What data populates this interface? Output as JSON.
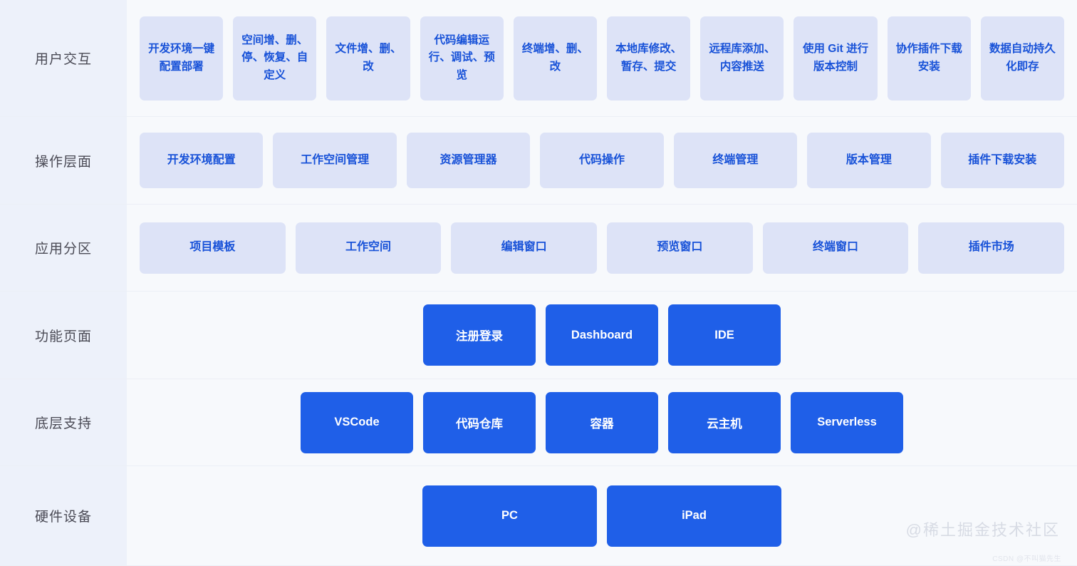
{
  "theme": {
    "page_background": "#f7f9fc",
    "label_column_background": "#edf1fa",
    "soft_card_background": "#dde3f7",
    "soft_card_text": "#1852d8",
    "solid_card_background": "#1f5fe8",
    "solid_card_text": "#ffffff",
    "row_divider": "#eceff6",
    "label_text": "#4a4a55"
  },
  "rows": [
    {
      "label": "用户交互",
      "style": "soft",
      "items": [
        "开发环境一键配置部署",
        "空间增、删、停、恢复、自定义",
        "文件增、删、改",
        "代码编辑运行、调试、预览",
        "终端增、删、改",
        "本地库修改、暂存、提交",
        "远程库添加、内容推送",
        "使用 Git 进行版本控制",
        "协作插件下载安装",
        "数据自动持久化即存"
      ]
    },
    {
      "label": "操作层面",
      "style": "soft",
      "items": [
        "开发环境配置",
        "工作空间管理",
        "资源管理器",
        "代码操作",
        "终端管理",
        "版本管理",
        "插件下载安装"
      ]
    },
    {
      "label": "应用分区",
      "style": "soft",
      "items": [
        "项目模板",
        "工作空间",
        "编辑窗口",
        "预览窗口",
        "终端窗口",
        "插件市场"
      ]
    },
    {
      "label": "功能页面",
      "style": "solid",
      "items": [
        "注册登录",
        "Dashboard",
        "IDE"
      ]
    },
    {
      "label": "底层支持",
      "style": "solid",
      "items": [
        "VSCode",
        "代码仓库",
        "容器",
        "云主机",
        "Serverless"
      ]
    },
    {
      "label": "硬件设备",
      "style": "solid",
      "items": [
        "PC",
        "iPad"
      ]
    }
  ],
  "watermark": {
    "primary": "@稀土掘金技术社区",
    "secondary": "CSDN @不叫猫先生"
  }
}
